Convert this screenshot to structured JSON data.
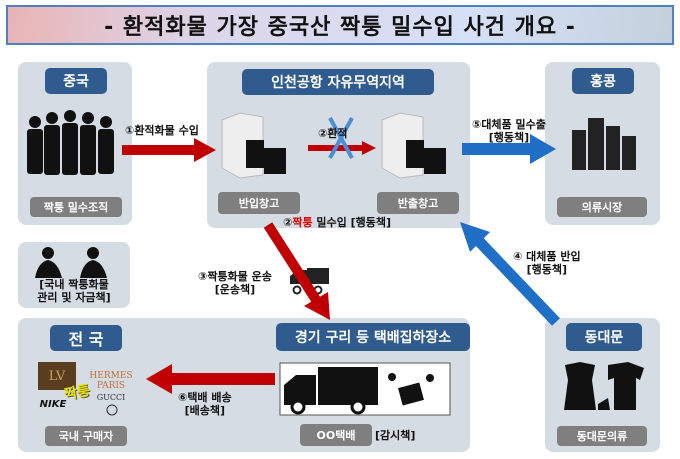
{
  "title": "- 환적화물 가장 중국산 짝퉁 밀수입 사건 개요 -",
  "china": {
    "header": "중국",
    "label": "짝퉁 밀수조직"
  },
  "incheon": {
    "header": "인천공항 자유무역지역",
    "warehouse_in": "반입창고",
    "warehouse_out": "반출창고"
  },
  "hongkong": {
    "header": "홍콩",
    "label": "의류시장"
  },
  "domestic_manager": {
    "line1": "[국내 짝퉁화물",
    "line2": "관리 및 자금책]"
  },
  "nationwide": {
    "header": "전 국",
    "label": "국내 구매자",
    "fake_badge": "짝퉁",
    "brands": [
      "LV",
      "HERMES PARIS",
      "GUCCI",
      "NIKE"
    ]
  },
  "courier_hub": {
    "header": "경기 구리 등 택배집하장소",
    "label": "OO택배",
    "role": "[감시책]"
  },
  "dongdaemun": {
    "header": "동대문",
    "label": "동대문의류"
  },
  "steps": {
    "s1": "①환적화물 수입",
    "s2a": "②환적",
    "s2b_prefix": "②",
    "s2b_red": "짝퉁",
    "s2b_rest": " 밀수입 [행동책]",
    "s3_l1": "③짝퉁화물 운송",
    "s3_l2": "[운송책]",
    "s4_l1": "④ 대체품 반입",
    "s4_l2": "[행동책]",
    "s5_l1": "⑤대체품 밀수출",
    "s5_l2": "[행동책]",
    "s6_l1": "⑥택배 배송",
    "s6_l2": "[배송책]"
  }
}
